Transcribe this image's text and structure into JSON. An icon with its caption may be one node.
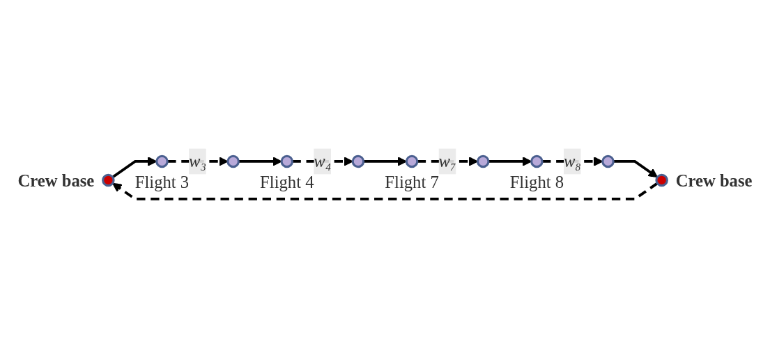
{
  "diagram": {
    "nodes": [
      {
        "text": [],
        "shape": "circle",
        "beside": [
          "Crew base"
        ]
      },
      {
        "text": [],
        "shape": "circle",
        "beside": [
          "Flight 3"
        ]
      },
      {
        "text": [],
        "shape": "circle"
      },
      {
        "text": [],
        "shape": "circle",
        "beside": [
          "Flight 4"
        ]
      },
      {
        "text": [],
        "shape": "circle"
      },
      {
        "text": [],
        "shape": "circle",
        "beside": [
          "Flight 7"
        ]
      },
      {
        "text": [],
        "shape": "circle"
      },
      {
        "text": [],
        "shape": "circle",
        "beside": [
          "Flight 8"
        ]
      },
      {
        "text": [],
        "shape": "circle"
      },
      {
        "text": [],
        "shape": "circle",
        "beside": [
          "Crew base"
        ]
      }
    ],
    "edges": [
      {
        "from": 0,
        "to": 1,
        "arrow": "to"
      },
      {
        "from": 1,
        "to": 2,
        "arrow": "to",
        "style": "dashed",
        "label": "w₃"
      },
      {
        "from": 2,
        "to": 3,
        "arrow": "to"
      },
      {
        "from": 3,
        "to": 4,
        "arrow": "to",
        "style": "dashed",
        "label": "w₄"
      },
      {
        "from": 4,
        "to": 5,
        "arrow": "to"
      },
      {
        "from": 5,
        "to": 6,
        "arrow": "to",
        "style": "dashed",
        "label": "w₇"
      },
      {
        "from": 6,
        "to": 7,
        "arrow": "to"
      },
      {
        "from": 7,
        "to": 8,
        "arrow": "to",
        "style": "dashed",
        "label": "w₈"
      },
      {
        "from": 8,
        "to": 9,
        "arrow": "to"
      },
      {
        "from": 9,
        "to": 0,
        "arrow": "to",
        "style": "dashed"
      }
    ]
  }
}
